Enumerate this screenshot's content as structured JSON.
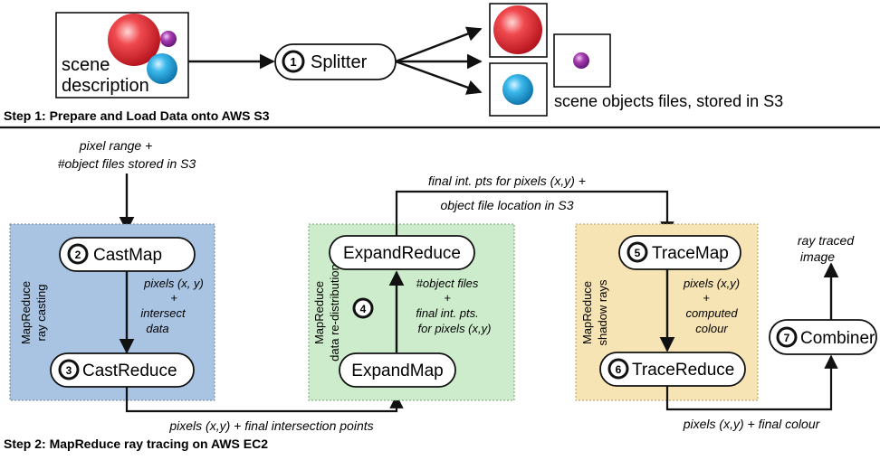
{
  "colors": {
    "cast_panel": "#a9c4e2",
    "expand_panel": "#cdeccc",
    "trace_panel": "#f7e4b4",
    "sphere_red": "#e8222a",
    "sphere_blue": "#1ea8e0",
    "sphere_purple": "#9a2ea3",
    "line": "#111111"
  },
  "step1": {
    "title": "Step 1:  Prepare and Load Data onto AWS S3",
    "scene_label_1": "scene",
    "scene_label_2": "description",
    "splitter": {
      "num": "1",
      "label": "Splitter"
    },
    "objects_caption": "scene objects files, stored in S3"
  },
  "step2": {
    "title": "Step 2:  MapReduce ray tracing on AWS EC2",
    "input_note_1": "pixel range  +",
    "input_note_2": "#object files stored in S3",
    "cast": {
      "side_1": "MapReduce",
      "side_2": "ray casting",
      "map": {
        "num": "2",
        "label": "CastMap"
      },
      "reduce": {
        "num": "3",
        "label": "CastReduce"
      },
      "flow_1": "pixels (x, y)",
      "flow_2": "+",
      "flow_3": "intersect",
      "flow_4": "data"
    },
    "bottom_left_note": "pixels (x,y) + final intersection points",
    "expand": {
      "side_1": "MapReduce",
      "side_2": "data re-distribution",
      "reduce": {
        "label": "ExpandReduce"
      },
      "map": {
        "label": "ExpandMap"
      },
      "num": "4",
      "flow_1": "#object files",
      "flow_2": "+",
      "flow_3": "final int. pts.",
      "flow_4": "for pixels (x,y)"
    },
    "top_note_1": "final int. pts for pixels (x,y) +",
    "top_note_2": "object file location in S3",
    "trace": {
      "side_1": "MapReduce",
      "side_2": "shadow rays",
      "map": {
        "num": "5",
        "label": "TraceMap"
      },
      "reduce": {
        "num": "6",
        "label": "TraceReduce"
      },
      "flow_1": "pixels (x,y)",
      "flow_2": "+",
      "flow_3": "computed",
      "flow_4": "colour"
    },
    "bottom_right_note": "pixels (x,y)   +    final colour",
    "combiner": {
      "num": "7",
      "label": "Combiner"
    },
    "output_1": "ray traced",
    "output_2": "image"
  }
}
